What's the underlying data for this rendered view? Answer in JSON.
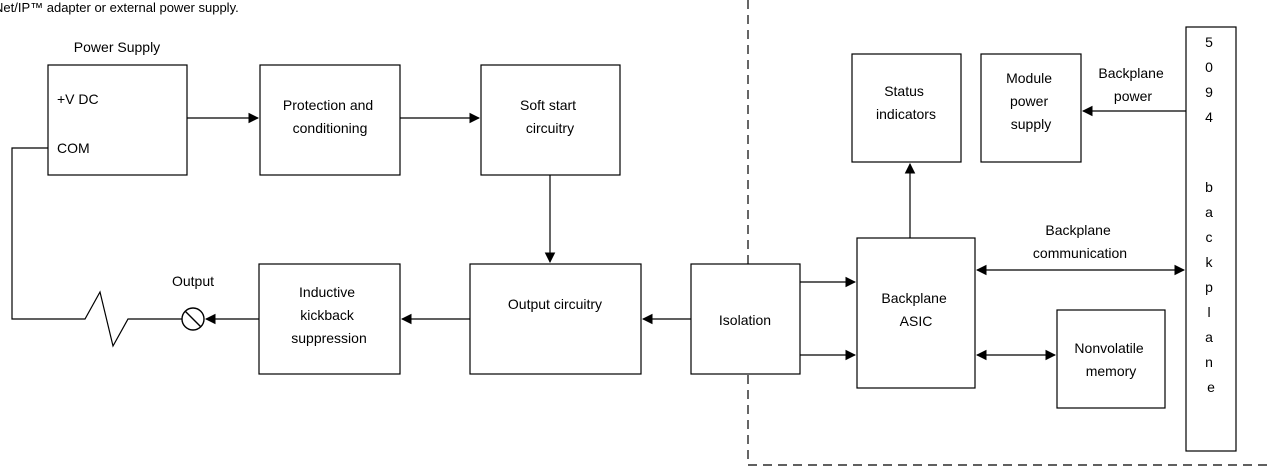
{
  "header": {
    "text": "Net/IP™ adapter or external power supply."
  },
  "power_supply": {
    "title": "Power Supply",
    "vdc": "+V DC",
    "com": "COM"
  },
  "output": {
    "label": "Output"
  },
  "blocks": {
    "protection": [
      "Protection and",
      "conditioning"
    ],
    "soft_start": [
      "Soft start",
      "circuitry"
    ],
    "inductive": [
      "Inductive",
      "kickback",
      "suppression"
    ],
    "output_circuitry": [
      "Output circuitry"
    ],
    "isolation": [
      "Isolation"
    ],
    "status_indicators": [
      "Status",
      "indicators"
    ],
    "module_power": [
      "Module",
      "power",
      "supply"
    ],
    "backplane_asic": [
      "Backplane",
      "ASIC"
    ],
    "nonvolatile": [
      "Nonvolatile",
      "memory"
    ]
  },
  "connections": {
    "backplane_power": [
      "Backplane",
      "power"
    ],
    "backplane_comm": [
      "Backplane",
      "communication"
    ]
  },
  "backplane_bar": {
    "chars": [
      "5",
      "0",
      "9",
      "4",
      "",
      "b",
      "a",
      "c",
      "k",
      "p",
      "l",
      "a",
      "n",
      "e"
    ]
  }
}
